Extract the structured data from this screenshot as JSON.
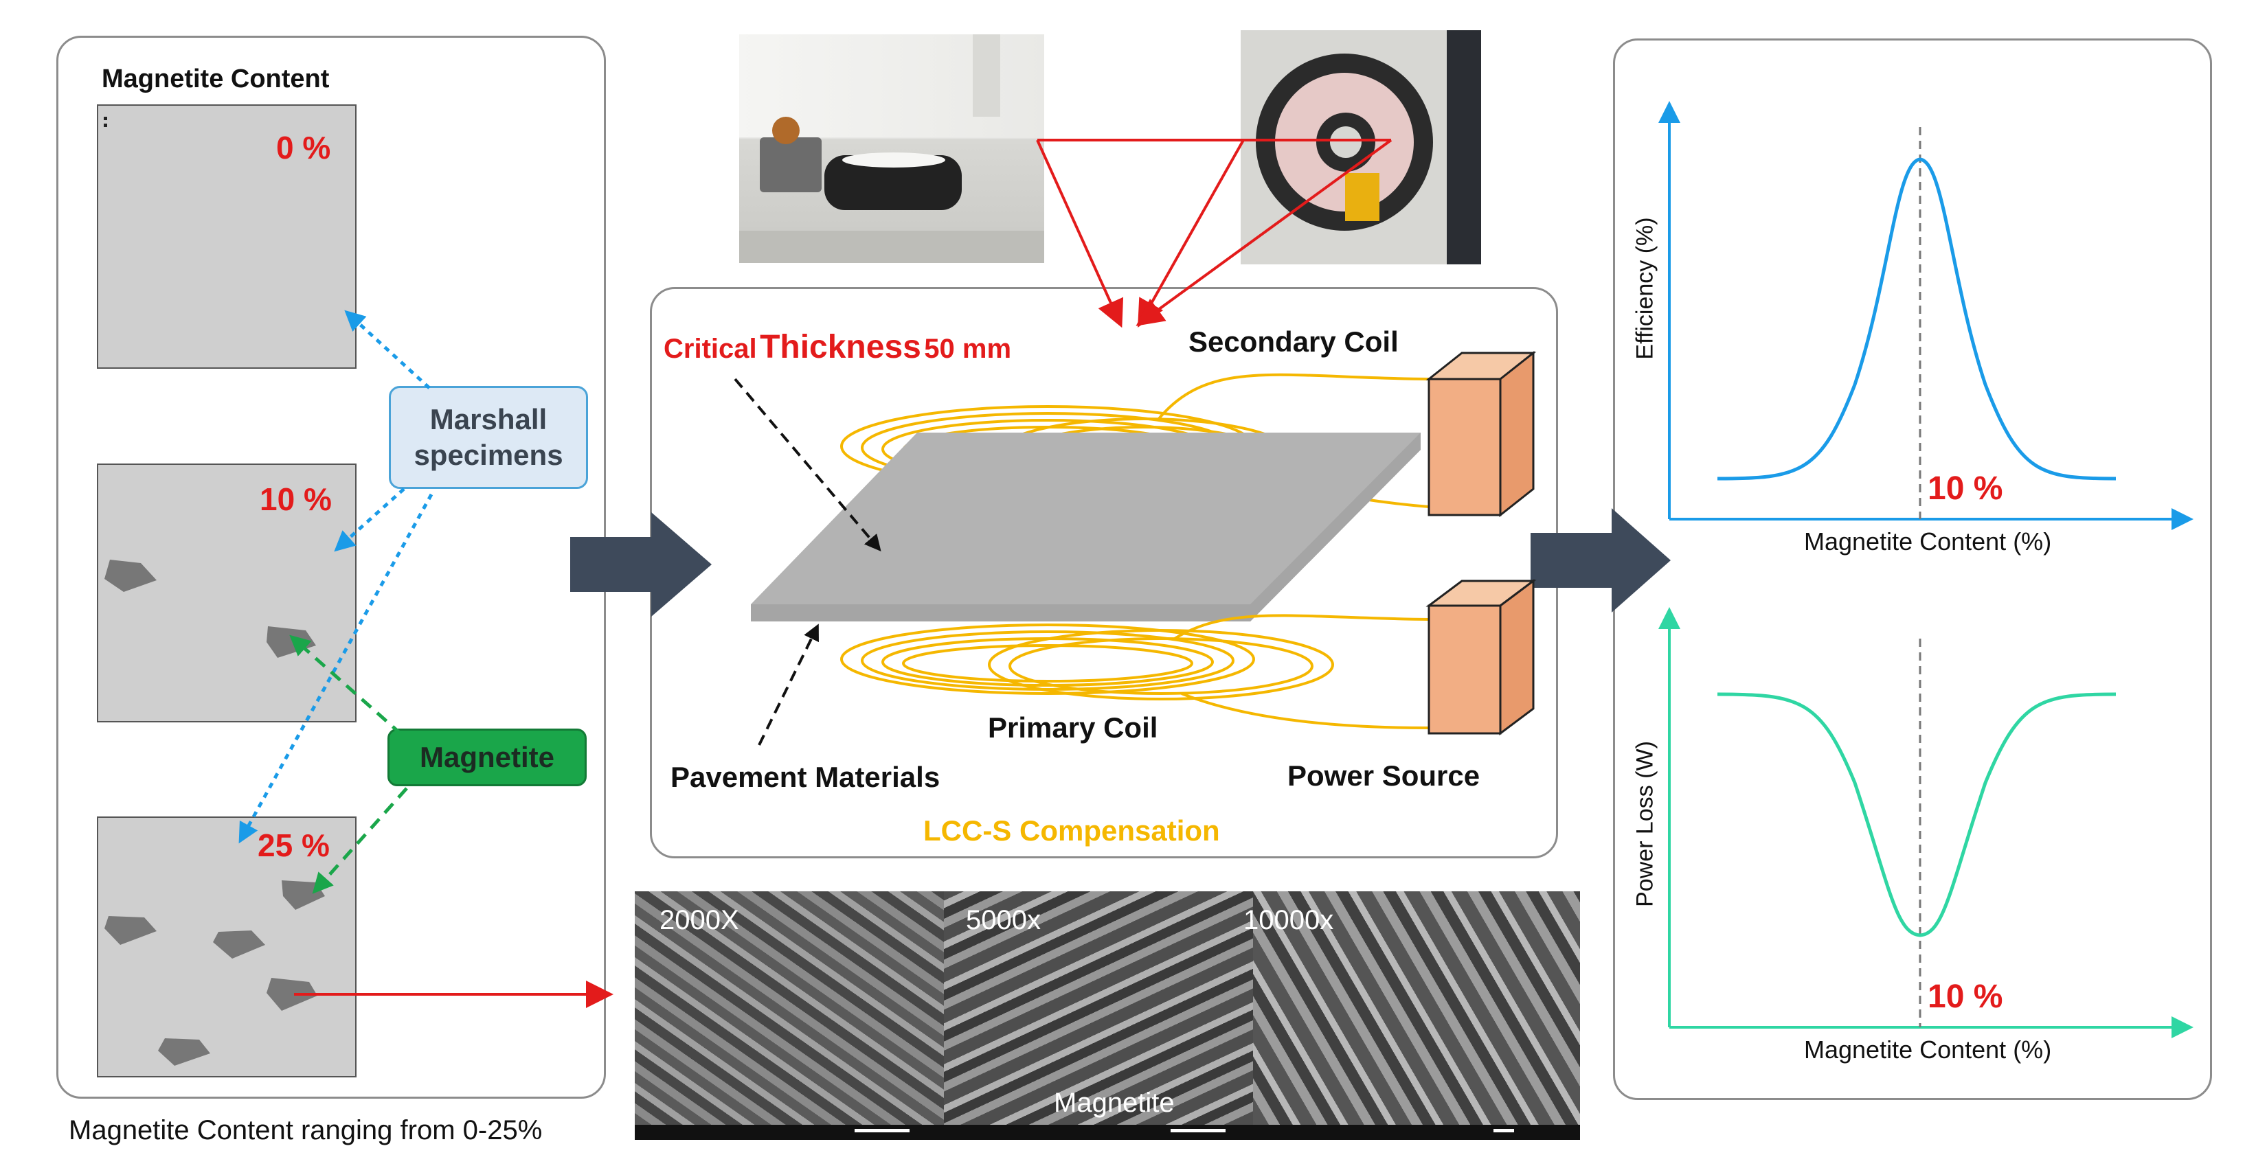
{
  "left_panel": {
    "title": "Magnetite Content",
    "specimen_labels": [
      "0 %",
      "10 %",
      "25 %"
    ],
    "callout_marshall": "Marshall specimens",
    "callout_magnetite": "Magnetite",
    "caption": "Magnetite Content ranging from 0-25%"
  },
  "center_panel": {
    "critical_prefix": "Critical",
    "critical_thickness": "Thickness",
    "critical_value": "50 mm",
    "secondary_coil": "Secondary Coil",
    "primary_coil": "Primary Coil",
    "pavement_materials": "Pavement Materials",
    "power_source": "Power Source",
    "compensation": "LCC-S Compensation"
  },
  "sem_panel": {
    "magnifications": [
      "2000X",
      "5000x",
      "10000x"
    ],
    "caption": "Magnetite"
  },
  "right_panel": {
    "top_chart": {
      "ylabel": "Efficiency (%)",
      "xlabel": "Magnetite Content (%)",
      "marker": "10 %"
    },
    "bottom_chart": {
      "ylabel": "Power Loss (W)",
      "xlabel": "Magnetite Content (%)",
      "marker": "10 %"
    }
  },
  "colors": {
    "red": "#e31b1b",
    "coil": "#f5b700",
    "arrow": "#3e4a5b",
    "blue": "#1a9be8",
    "teal": "#2fd6a3",
    "green": "#1aa64a",
    "box": "#f2ae84",
    "callout_fill": "#dde9f5",
    "callout_border": "#4aa3d8"
  }
}
